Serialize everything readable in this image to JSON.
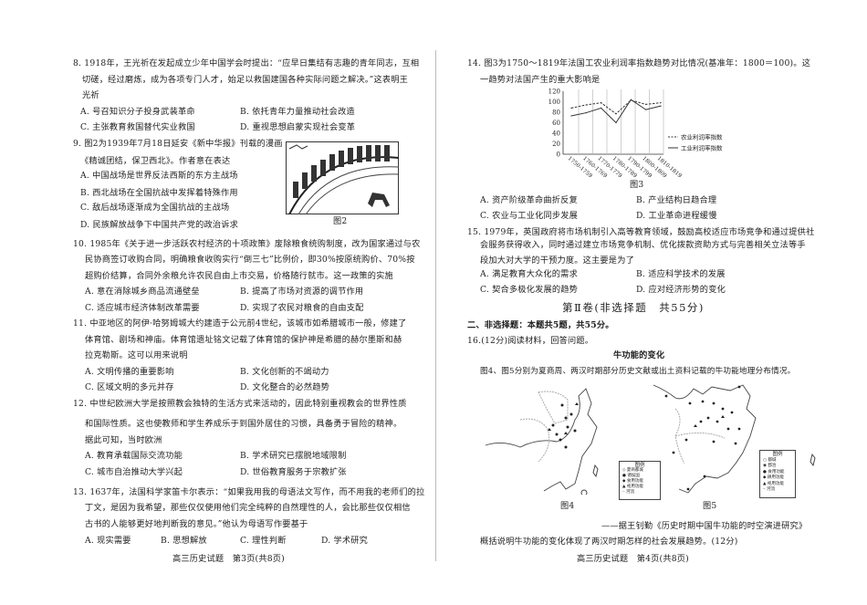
{
  "page3": {
    "q8": {
      "lines": [
        "8. 1918年，王光祈在发起成立少年中国学会时提出：“应早日集结有志趣的青年同志，互相",
        "切磋，经过磨炼，成为各项专门人才，始足以救国建国各种实际问题之解决。”这表明王",
        "光祈"
      ],
      "options": [
        "A. 号召知识分子投身武装革命",
        "B. 依托青年力量推动社会改造",
        "C. 主张教育救国替代实业救国",
        "D. 重视思想启蒙实现社会变革"
      ]
    },
    "q9": {
      "lines": [
        "9. 图2为1939年7月18日延安《新中华报》刊载的漫画",
        "《精诚团结，保卫西北》。作者意在表达"
      ],
      "options": [
        "A. 中国战场是世界反法西斯的东方主战场",
        "B. 西北战场在全国抗战中发挥着特殊作用",
        "C. 敌后战场逐渐成为全国抗战的主战场",
        "D. 民族解放战争下中国共产党的政治诉求"
      ],
      "figure_label": "图2"
    },
    "q10": {
      "lines": [
        "10. 1985年《关于进一步活跃农村经济的十项政策》废除粮食统购制度，改为国家通过与农",
        "民协商签订收购合同，明确粮食收购实行“倒三七”比例价，即30%按原统购价、70%按",
        "超购价结算，合同外余粮允许农民自由上市交易，价格随行就市。这一政策的实施"
      ],
      "options": [
        "A. 意在消除城乡商品流通壁垒",
        "B. 提高了市场对资源的调节作用",
        "C. 适应城市经济体制改革需要",
        "D. 实现了农民对粮食的自由支配"
      ]
    },
    "q11": {
      "lines": [
        "11. 中亚地区的阿伊·哈努姆城大约建造于公元前4世纪，该城市如希腊城市一般，修建了",
        "体育馆、剧场和神庙。体育馆遗址铭文记载了体育馆的保护神是希腊的赫尔墨斯和赫",
        "拉克勒斯。这可以用来说明"
      ],
      "options": [
        "A. 文明传播的重要影响",
        "B. 文化创新的不竭动力",
        "C. 区域文明的多元并存",
        "D. 文化整合的必然趋势"
      ]
    },
    "q12": {
      "lines": [
        "12. 中世纪欧洲大学是按照教会独特的生活方式来活动的，因此特别重视教会的世界性质",
        "和国际性质。这也使教师和学生养成乐于到国外居住的习惯，具备勇于冒险的精神。",
        "据此可知，当时欧洲"
      ],
      "options": [
        "A. 教育承载国际交流功能",
        "B. 学术研究已摆脱地域限制",
        "C. 城市自治推动大学兴起",
        "D. 世俗教育服务于宗教扩张"
      ]
    },
    "q13": {
      "lines": [
        "13. 1637年，法国科学家笛卡尔表示：“如果我用我的母语法文写作，而不用我的老师们的拉",
        "丁文，是因为我希望，那些仅仅使用他们完全纯粹的自然理性的人，会比那些仅仅相信",
        "古书的人能够更好地判断我的意见。”他认为母语写作要基于"
      ],
      "options": [
        "A. 现实需要",
        "B. 思想解放",
        "C. 理性判断",
        "D. 学术研究"
      ]
    },
    "footer": "高三历史试题　第3页(共8页)"
  },
  "page4": {
    "q14": {
      "lines": [
        "14. 图3为1750～1819年法国工农业利润率指数趋势对比情况(基准年：1800＝100)。这",
        "一趋势对法国产生的重大影响是"
      ],
      "figure_label": "图3",
      "options": [
        "A. 资产阶级革命曲折反复",
        "B. 产业结构日趋合理",
        "C. 农业与工业化同步发展",
        "D. 工业革命进程缓慢"
      ]
    },
    "q15": {
      "lines": [
        "15. 1979年，英国政府将市场机制引入高等教育领域，鼓励高校适应市场竞争和通过提供社",
        "会服务获得收入，同时通过建立市场竞争机制、优化拨款资助方式与完善相关立法等手",
        "段加大对大学的干预力度。这主要是为了"
      ],
      "options": [
        "A. 满足教育大众化的需求",
        "B. 适应科学技术的发展",
        "C. 契合多极化发展的趋势",
        "D. 应对经济形势的变化"
      ]
    },
    "section_title": "第Ⅱ卷(非选择题　共55分)",
    "section_instruction": "二、非选择题：本题共5题，共55分。",
    "q16": {
      "intro": "16.(12分)阅读材料，回答问题。",
      "material_title": "牛功能的变化",
      "material_text": "图4、图5分别为夏商周、两汉时期部分历史文献或出土资料记载的牛功能地理分布情况。",
      "map4": {
        "label": "图4",
        "legend_title": "图例",
        "legend": [
          "夏商都城",
          "诸侯国",
          "食用功能",
          "祀用功能",
          "河流"
        ]
      },
      "map5": {
        "label": "图5",
        "legend_title": "图例",
        "legend": [
          "都城",
          "郡治",
          "食用功能",
          "耕用功能",
          "祀用功能",
          "河流"
        ]
      },
      "source": "——据王钊勤《历史时期中国牛功能的时空演进研究》",
      "question": "概括说明牛功能的变化体现了两汉时期怎样的社会发展趋势。(12分)"
    },
    "footer": "高三历史试题　第4页(共8页)"
  },
  "chart_data": {
    "type": "line",
    "categories": [
      "1750-1759",
      "1760-1769",
      "1770-1779",
      "1780-1789",
      "1790-1799",
      "1800-1809",
      "1810-1819"
    ],
    "series": [
      {
        "name": "农业利润率指数",
        "style": "dashed",
        "values": [
          88,
          94,
          98,
          77,
          103,
          95,
          98
        ]
      },
      {
        "name": "工业利润率指数",
        "style": "solid",
        "values": [
          73,
          79,
          88,
          60,
          104,
          85,
          92
        ]
      }
    ],
    "yticks": [
      0,
      20,
      40,
      60,
      80,
      100,
      120
    ],
    "ylim": [
      0,
      120
    ],
    "grid": "vertical",
    "legend": "right"
  }
}
